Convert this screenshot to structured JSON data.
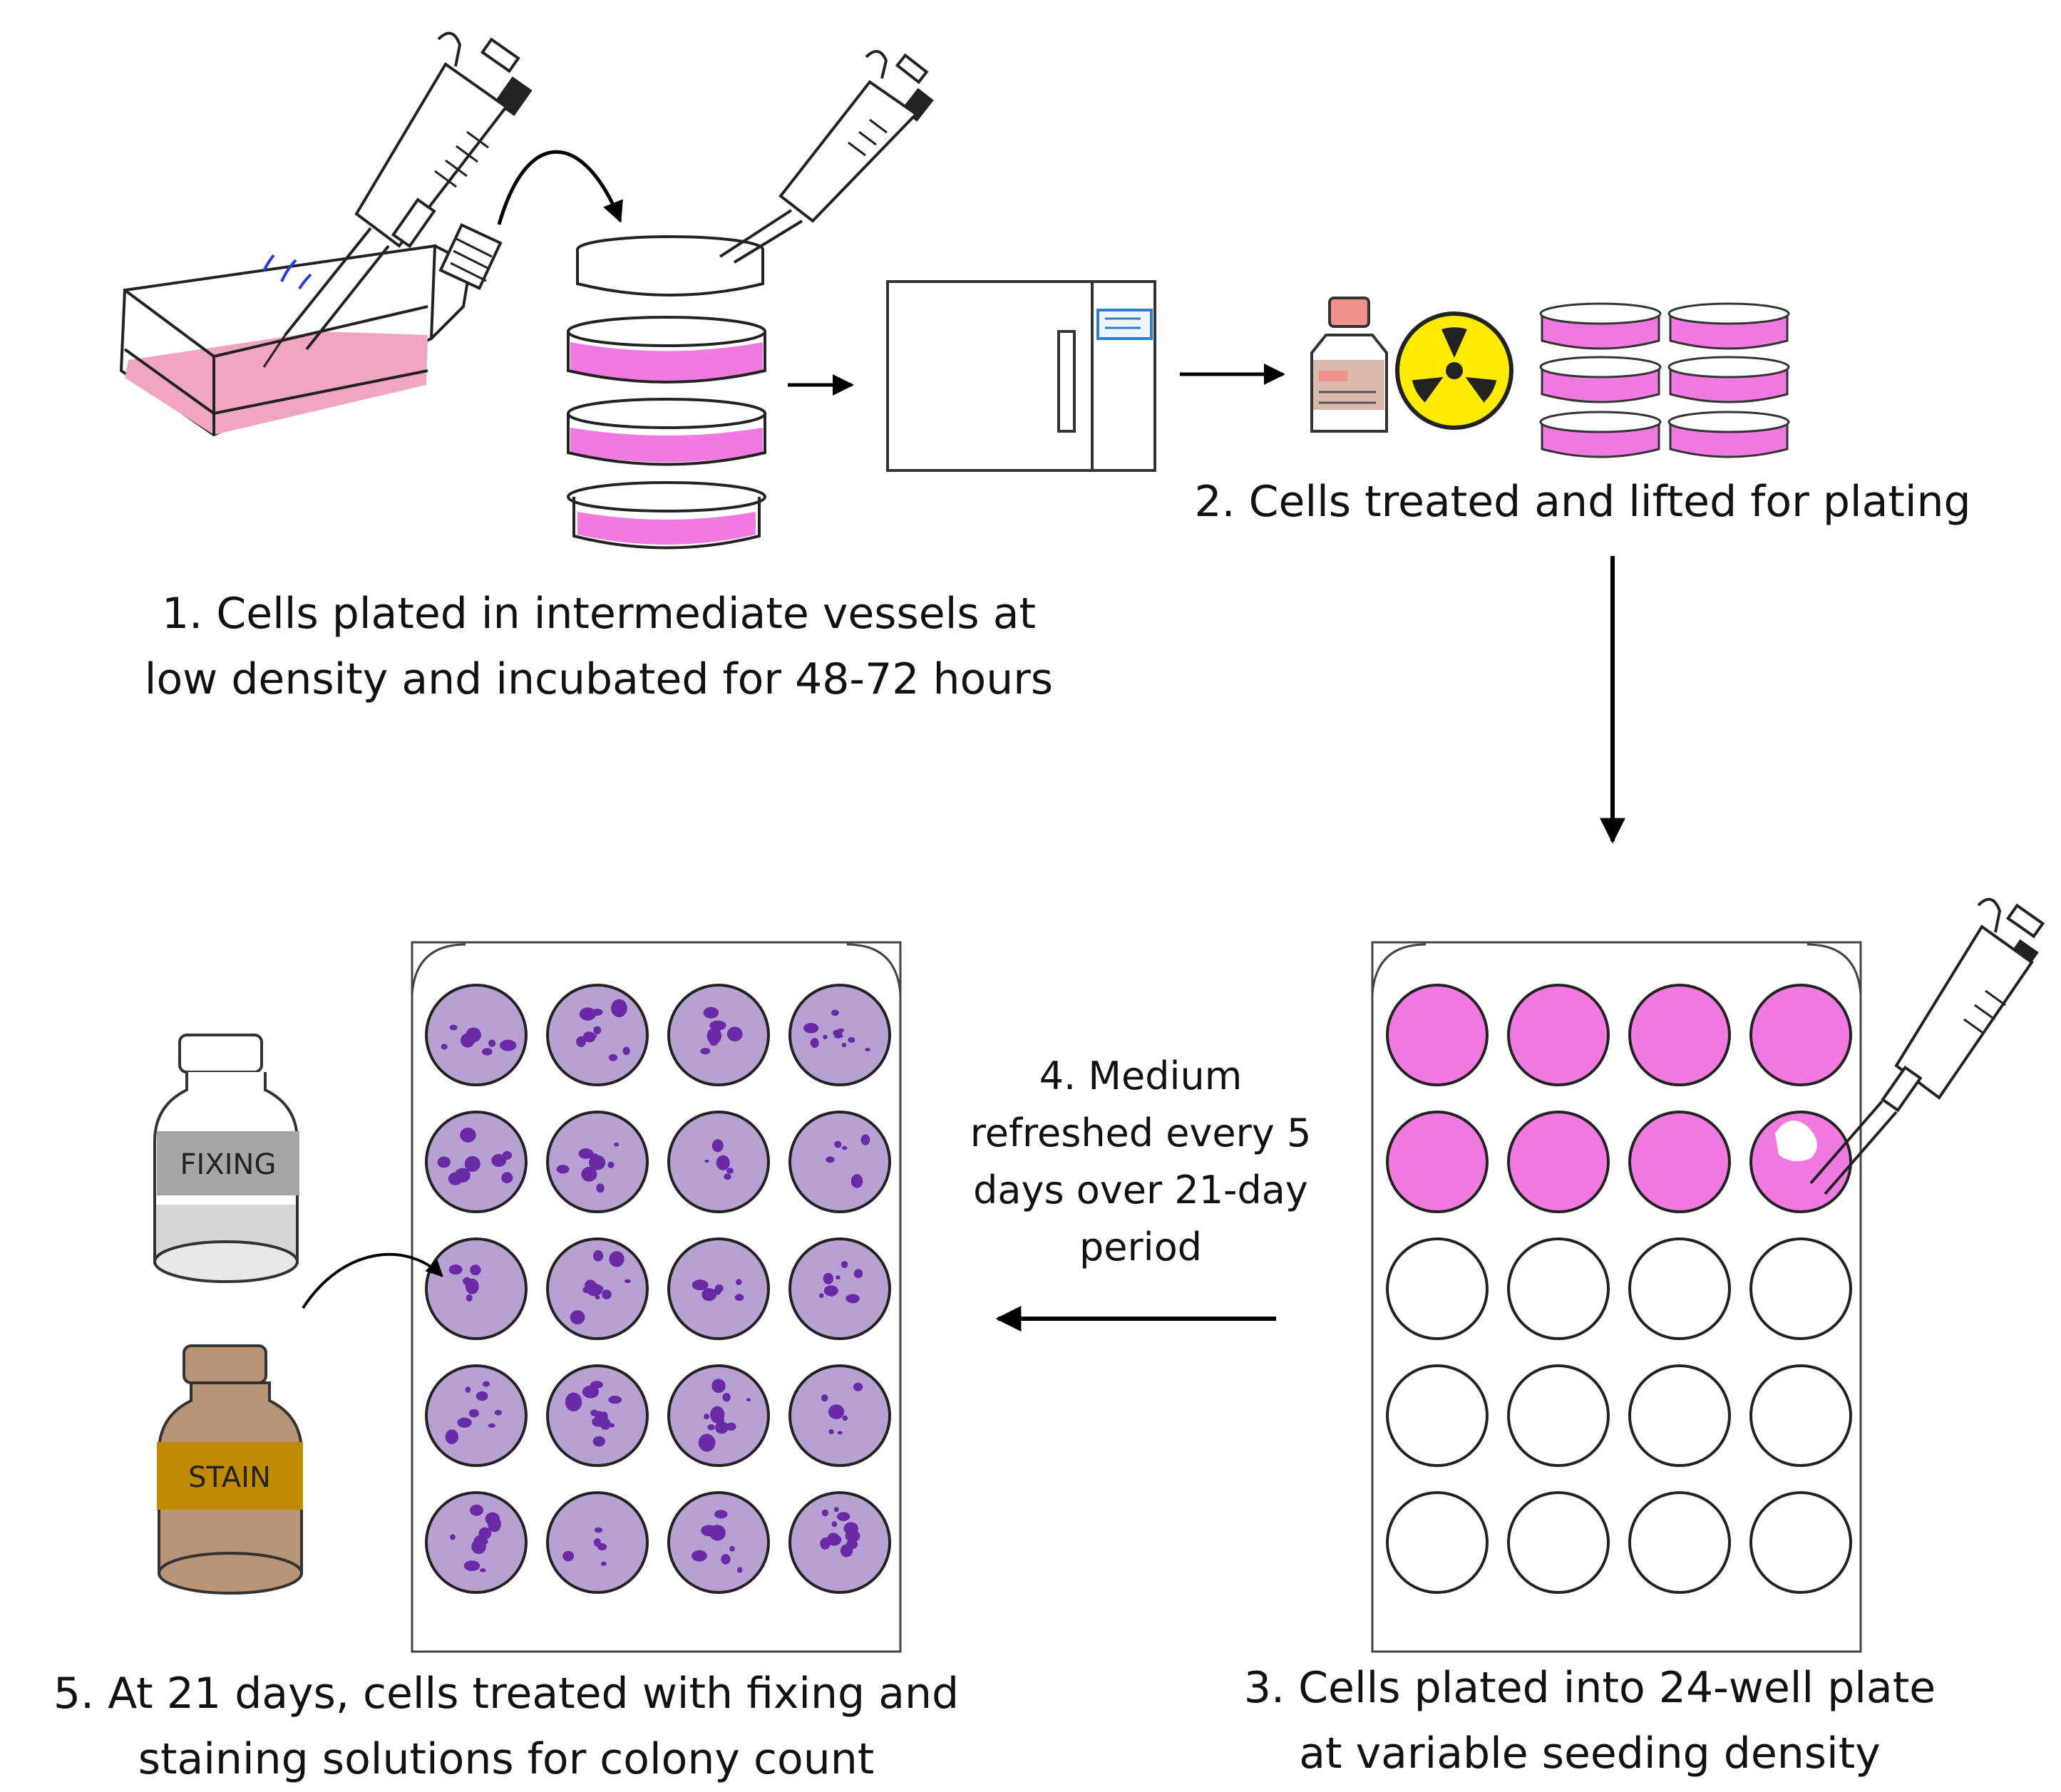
{
  "steps": [
    {
      "lines": [
        "1. Cells plated in intermediate vessels at",
        "low density and incubated for 48-72 hours"
      ]
    },
    {
      "lines": [
        "2. Cells treated and lifted for plating"
      ]
    },
    {
      "lines": [
        "3. Cells plated into 24-well plate",
        "at variable seeding density"
      ]
    },
    {
      "lines": [
        "4. Medium",
        "refreshed every 5",
        "days over 21-day",
        "period"
      ]
    },
    {
      "lines": [
        "5. At 21 days, cells treated with fixing and",
        "staining solutions for colony count"
      ]
    }
  ],
  "bottles": {
    "fixing": "FIXING",
    "stain": "STAIN"
  },
  "colors": {
    "medium": "#f07ae0",
    "flask_medium": "#f0a6c2",
    "stained_well": "#b7a0d2",
    "colony": "#6a2aa6",
    "stain_bottle": "#b99577",
    "stain_label": "#c08a00",
    "fixing_label": "#a6a6a6",
    "radiation_yellow": "#ffeb00"
  },
  "plate_seeded": {
    "rows": 5,
    "cols": 4,
    "filled_wells": 8
  }
}
